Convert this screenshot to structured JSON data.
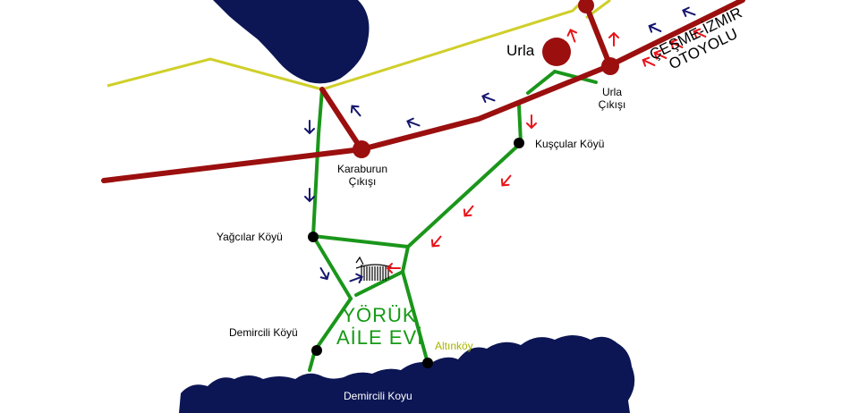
{
  "colors": {
    "highway": "#9b0f0f",
    "roads": "#1a961a",
    "yellow_road": "#cfcf2a",
    "water": "#0c1654",
    "arrow_red": "#e8141b",
    "arrow_blue": "#15156e",
    "village_dot": "#000000"
  },
  "labels": {
    "urla": "Urla",
    "urla_exit_1": "Urla",
    "urla_exit_2": "Çıkışı",
    "highway_1": "ÇEŞME-İZMİR",
    "highway_2": "OTOYOLU",
    "kuscular": "Kuşçular Köyü",
    "karaburun_1": "Karaburun",
    "karaburun_2": "Çıkışı",
    "yagcilar": "Yağcılar Köyü",
    "demircili_koyu_village": "Demircili Köyü",
    "altinkoy": "Altınköy",
    "demircili_bay": "Demircili Koyu",
    "destination_1": "YÖRÜK",
    "destination_2": "AİLE EVİ"
  },
  "icons": {
    "destination": "house-sketch-icon",
    "direction_arrows": "arrow-icon"
  }
}
